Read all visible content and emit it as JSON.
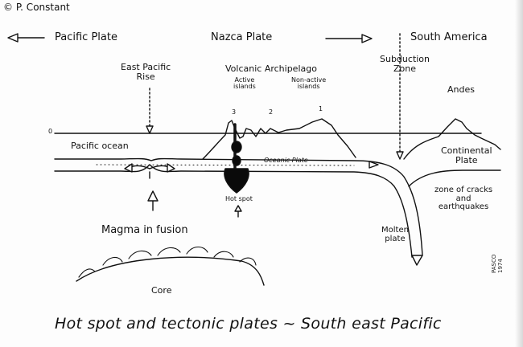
{
  "copyright": "© P. Constant",
  "title": "Hot spot and tectonic plates ~ South east Pacific",
  "labels": {
    "pacific_plate": "Pacific Plate",
    "nazca_plate": "Nazca Plate",
    "south_america": "South America",
    "east_pacific_rise": "East Pacific\nRise",
    "volcanic_archipelago": "Volcanic Archipelago",
    "active_islands": "Active\nislands",
    "non_active_islands": "Non-active\nislands",
    "subduction_zone": "Subduction\nZone",
    "andes": "Andes",
    "sea_level": "0",
    "pacific_ocean": "Pacific ocean",
    "oceanic_plate": "Oceanic Plate",
    "continental_plate": "Continental\nPlate",
    "zone_of_cracks": "zone of cracks\nand\nearthquakes",
    "hot_spot": "Hot spot",
    "magma_in_fusion": "Magma in fusion",
    "molten_plate": "Molten\nplate",
    "core": "Core",
    "island_3": "3",
    "island_2": "2",
    "island_1": "1"
  },
  "signature": "PASCO 1974",
  "colors": {
    "ink": "#111111",
    "paper": "#fdfdfd",
    "hotspot": "#0a0a0a"
  }
}
